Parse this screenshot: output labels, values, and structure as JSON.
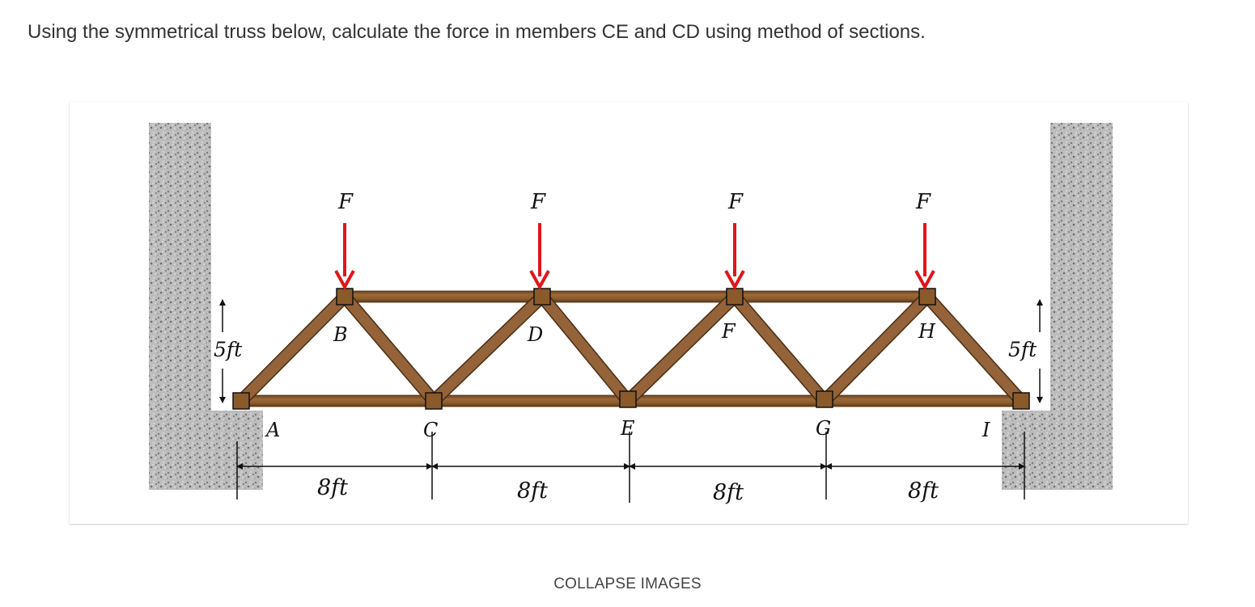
{
  "question": "Using the symmetrical truss below, calculate the force in members CE and CD using method of sections.",
  "collapse_label": "COLLAPSE IMAGES",
  "figure": {
    "load_label": "F",
    "joints": {
      "A": "A",
      "B": "B",
      "C": "C",
      "D": "D",
      "E": "E",
      "F": "F",
      "G": "G",
      "H": "H",
      "I": "I"
    },
    "height_left": "5ft",
    "height_right": "5ft",
    "panel_widths": [
      "8ft",
      "8ft",
      "8ft",
      "8ft"
    ],
    "colors": {
      "member": "#8a5a2b",
      "member_edge": "#4a2e12",
      "load_arrow": "#e0161b",
      "support": "#a9a9a9"
    }
  }
}
